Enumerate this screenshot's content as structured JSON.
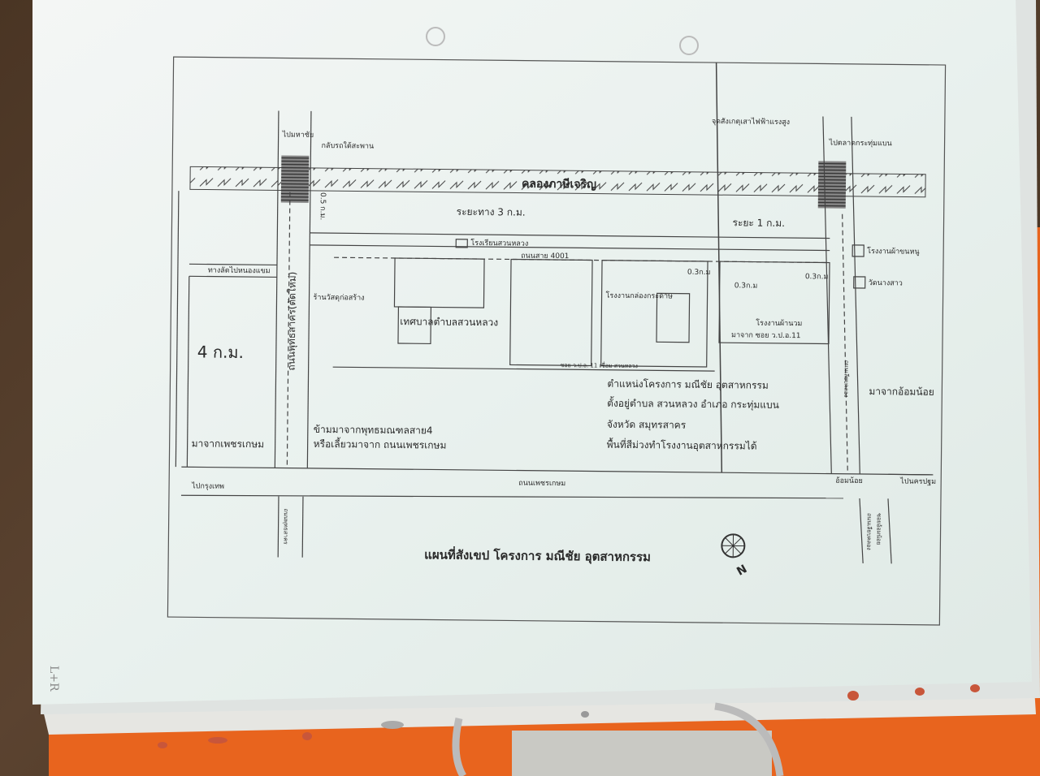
{
  "title": "แผนที่สังเขป โครงการ มณีชัย อุตสาหกรรม",
  "compass_label": "N",
  "canal": "คลองภาษีเจริญ",
  "distances": {
    "d3km": "ระยะทาง 3 ก.ม.",
    "d1km": "ระยะ 1 ก.ม.",
    "d4km": "4 ก.ม.",
    "d05": "0.5 ก.ม.",
    "d03a": "0.3ก.ม",
    "d03b": "0.3ก.ม",
    "d03c": "0.3ก.ม"
  },
  "roads": {
    "road4001": "ถนนสาย 4001",
    "buddhasakhon": "ถนนพุทธสาคร(ตัดใหม่)",
    "phetkasem": "ถนนเพชรเกษม",
    "soi11": "ซอย ว.ป.อ. 11 เชื่อม สวนหลวง",
    "from_soi": "มาจาก ซอย ว.ป.อ.11",
    "shortcut": "ทางลัดไปหนองแขม",
    "bl_road": "ถนนพุทธสาคร",
    "br_road1": "ถนนเลียบคลอง",
    "br_road2": "ซอยอ้อมน้อย",
    "right_road": "ถนนเลียบคลอง"
  },
  "places": {
    "to_mahachai": "ไปมหาชัย",
    "uturn": "กลับรถใต้สะพาน",
    "landmark_pylon": "จุดสังเกตุเสาไฟฟ้าแรงสูง",
    "to_krathumbaen": "ไปตลาดกระทุ่มแบน",
    "school": "โรงเรียนสวนหลวง",
    "towel_factory": "โรงงานผ้าขนหนู",
    "temple": "วัดนางสาว",
    "box_factory": "โรงงานกล่องกระดาษ",
    "quilt_factory": "โรงงานผ้านวม",
    "material_shop": "ร้านวัสดุก่อสร้าง",
    "municipality": "เทศบาลตำบลสวนหลวง",
    "from_phetkasem": "มาจากเพชรเกษม",
    "from_omnoi": "มาจากอ้อมน้อย",
    "to_bangkok": "ไปกรุงเทพ",
    "omnoi": "อ้อมน้อย",
    "to_nakhonpathom": "ไปนครปฐม"
  },
  "notes": {
    "cross1": "ข้ามมาจากพุทธมณฑลสาย4",
    "cross2": "หรือเลี้ยวมาจาก ถนนเพชรเกษม",
    "loc1": "ตำแหน่งโครงการ มณีชัย อุตสาหกรรม",
    "loc2": "ตั้งอยู่ตำบล สวนหลวง อำเภอ กระทุ่มแบน",
    "loc3": "จังหวัด สมุทรสาคร",
    "loc4": "พื้นที่สีม่วงทำโรงงานอุตสาหกรรมได้"
  },
  "handwriting": {
    "margin": "L+R"
  },
  "colors": {
    "paper": "#eef3f0",
    "binder": "#e8641e",
    "ink": "#2a2a2a"
  }
}
